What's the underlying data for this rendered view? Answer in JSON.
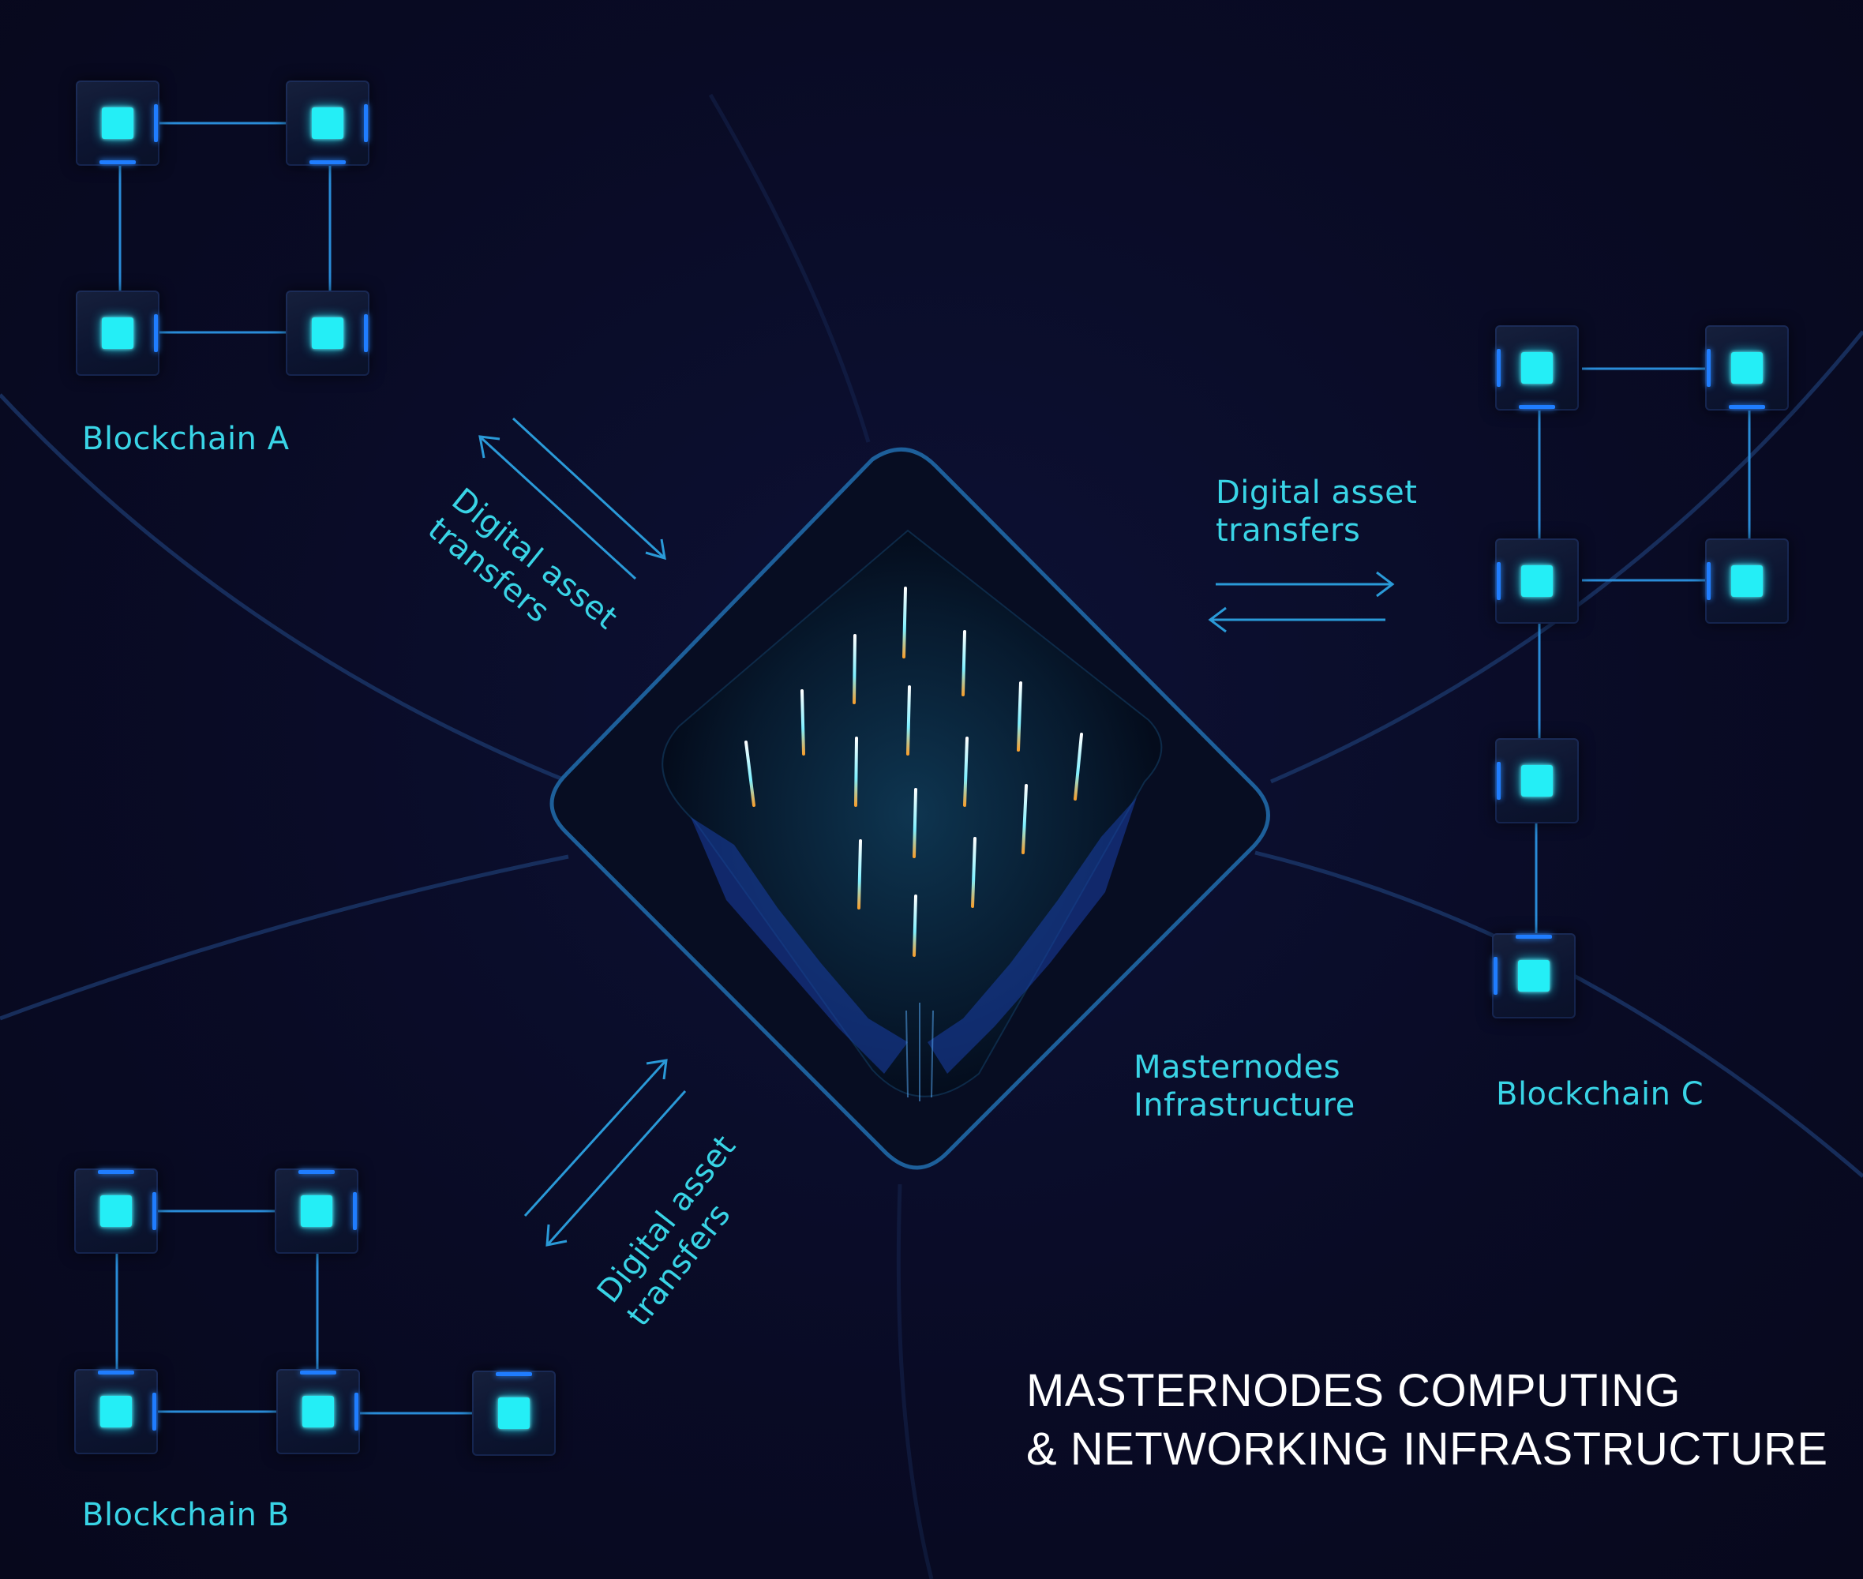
{
  "colors": {
    "background": "#090b25",
    "accent": "#39d4e6",
    "node_core": "#24eef6",
    "node_edge": "#1f7dff",
    "connector": "#2a8cd8",
    "title": "#ffffff"
  },
  "title": {
    "line1": "MASTERNODES COMPUTING",
    "line2": "& NETWORKING INFRASTRUCTURE"
  },
  "center": {
    "label_line1": "Masternodes",
    "label_line2": "Infrastructure",
    "icon": "masternode-chip-icon"
  },
  "blockchains": [
    {
      "id": "a",
      "label": "Blockchain A",
      "block_count": 4
    },
    {
      "id": "b",
      "label": "Blockchain B",
      "block_count": 5
    },
    {
      "id": "c",
      "label": "Blockchain C",
      "block_count": 6
    }
  ],
  "transfers": [
    {
      "target": "a",
      "line1": "Digital asset",
      "line2": "transfers"
    },
    {
      "target": "b",
      "line1": "Digital asset",
      "line2": "transfers"
    },
    {
      "target": "c",
      "line1": "Digital asset",
      "line2": "transfers"
    }
  ]
}
